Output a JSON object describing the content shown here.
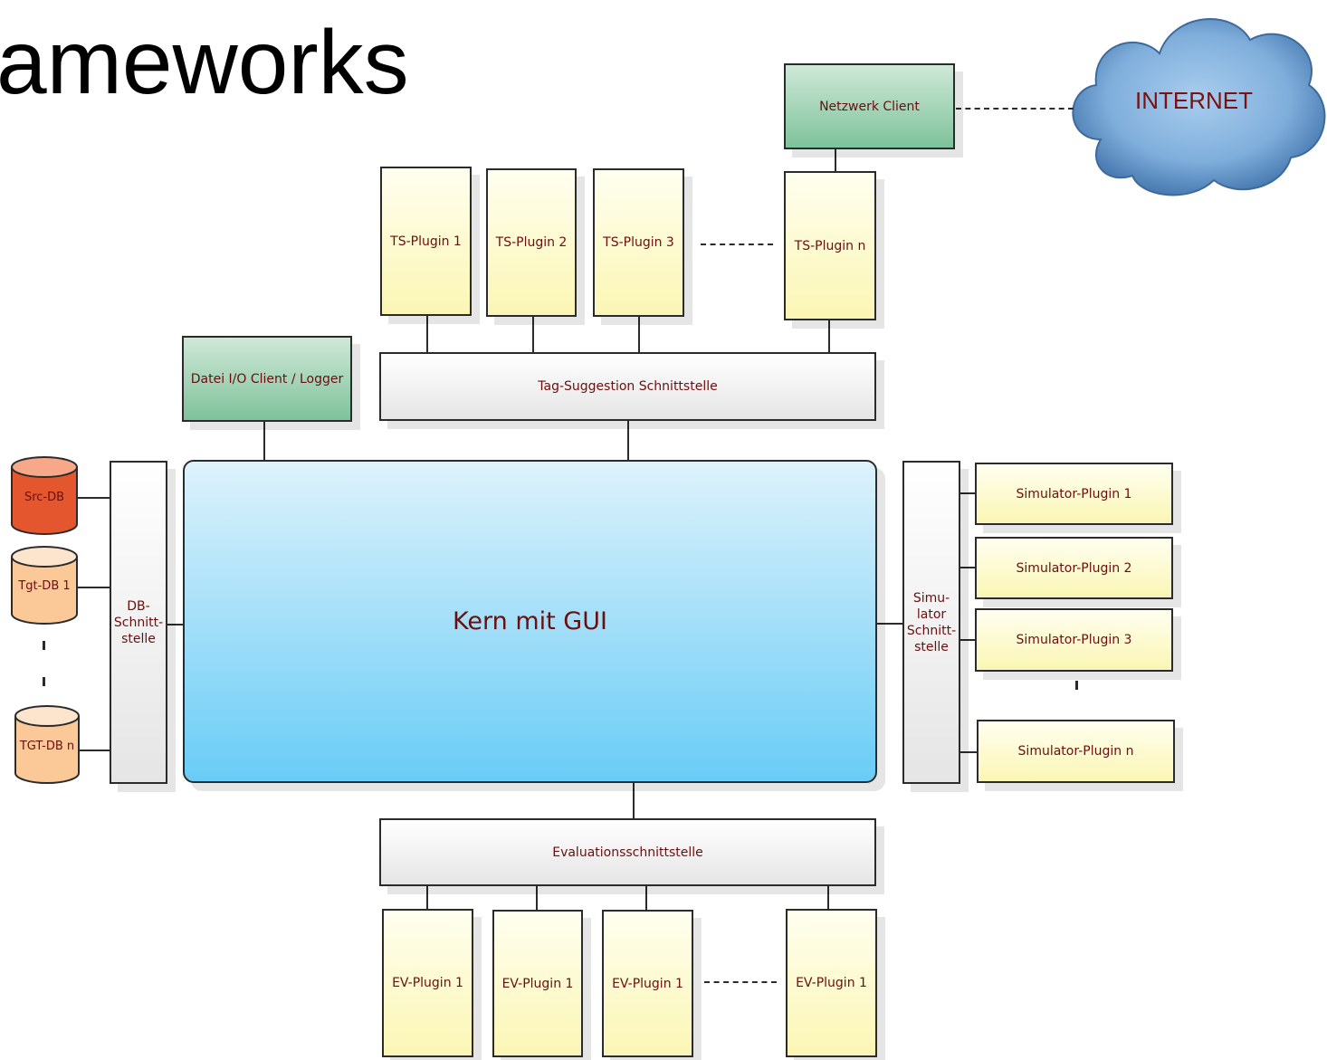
{
  "title": "ameworks",
  "cloud_label": "INTERNET",
  "network_client": "Netzwerk Client",
  "file_client": "Datei I/O Client / Logger",
  "ts_plugins": [
    "TS-Plugin 1",
    "TS-Plugin 2",
    "TS-Plugin 3",
    "TS-Plugin n"
  ],
  "tag_interface": "Tag-Suggestion Schnittstelle",
  "core": "Kern mit GUI",
  "db_interface": "DB-\nSchnitt-\nstelle",
  "databases": [
    "Src-DB",
    "Tgt-DB 1",
    "TGT-DB n"
  ],
  "simulator_interface": "Simu-\nlator\nSchnitt-\nstelle",
  "simulator_plugins": [
    "Simulator-Plugin 1",
    "Simulator-Plugin 2",
    "Simulator-Plugin 3",
    "Simulator-Plugin n"
  ],
  "eval_interface": "Evaluationsschnittstelle",
  "ev_plugins": [
    "EV-Plugin 1",
    "EV-Plugin 1",
    "EV-Plugin 1",
    "EV-Plugin 1"
  ],
  "colors": {
    "text": "#6a0f0f",
    "plugin_fill": "#fbf6b4",
    "client_fill": "#7ec29a",
    "interface_fill": "#e5e5e5",
    "core_fill": "#69ccf6",
    "src_db_fill": "#e4572e",
    "tgt_db_fill": "#fbc898",
    "cloud_fill": "#5b8fc3"
  }
}
